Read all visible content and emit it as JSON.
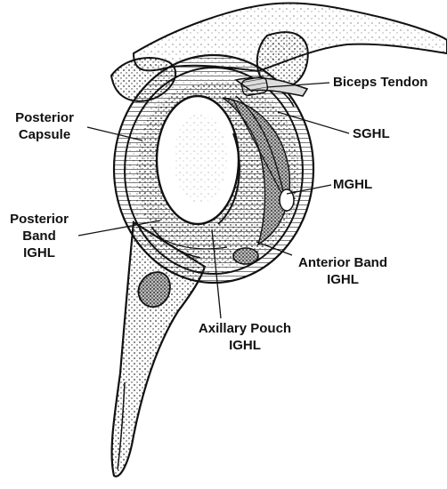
{
  "figure": {
    "labels": {
      "biceps_tendon": [
        "Biceps Tendon"
      ],
      "sghl": [
        "SGHL"
      ],
      "mghl": [
        "MGHL"
      ],
      "posterior_capsule": [
        "Posterior",
        "Capsule"
      ],
      "posterior_band": [
        "Posterior",
        "Band",
        "IGHL"
      ],
      "anterior_band": [
        "Anterior Band",
        "IGHL"
      ],
      "axillary_pouch": [
        "Axillary Pouch",
        "IGHL"
      ]
    }
  }
}
